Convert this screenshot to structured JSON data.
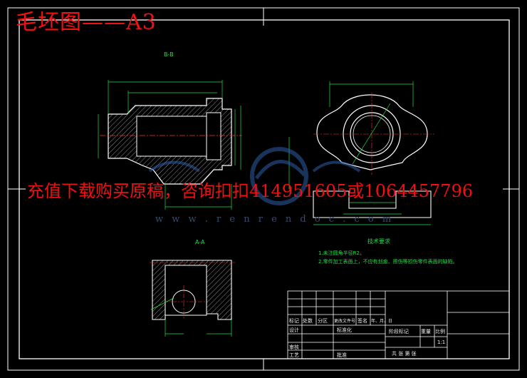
{
  "watermark": {
    "title": "毛坯图——A3",
    "ad_text": "充值下载购买原稿，咨询扣扣414951605或1064457796",
    "url": "w w w . r e n r e n d o c . c o m"
  },
  "views": {
    "section_bb": "B-B",
    "section_aa": "A-A"
  },
  "tech_requirements": {
    "heading": "技术要求",
    "items": [
      "1.未注圆角半径R2。",
      "2.零件加工表面上，不应有划痕、擦伤等损伤零件表面的缺陷。"
    ]
  },
  "title_block": {
    "row_labels": [
      "标记",
      "处数",
      "分区",
      "更改文件号",
      "签名",
      "年、月、日"
    ],
    "design": "设计",
    "standardize": "标准化",
    "review": "审核",
    "process": "工艺",
    "approve": "批准",
    "stage_mark": "阶段标记",
    "weight": "重量",
    "scale": "比例",
    "scale_value": "1:1",
    "sheets": "共  张  第  张"
  },
  "colors": {
    "background": "#000000",
    "outline": "#ffffff",
    "dimension": "#22dd44",
    "hatch": "#d0d0d0",
    "centerline": "#ff3333",
    "watermark": "#ee1111"
  }
}
